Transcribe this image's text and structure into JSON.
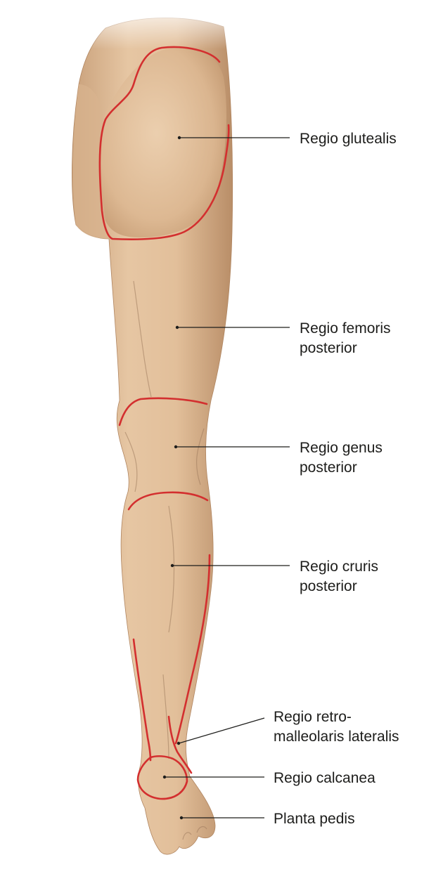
{
  "colors": {
    "skin_light": "#e7c8a6",
    "skin_mid": "#d7b28c",
    "skin_shadow": "#b68a64",
    "region_outline": "#d32f2f",
    "leader_line": "#1d1d1b",
    "text": "#1d1d1b"
  },
  "labels": {
    "gluteal": [
      "Regio glutealis"
    ],
    "femoris": [
      "Regio femoris",
      "posterior"
    ],
    "genus": [
      "Regio genus",
      "posterior"
    ],
    "cruris": [
      "Regio cruris",
      "posterior"
    ],
    "retromalleolaris": [
      "Regio retro-",
      "malleolaris lateralis"
    ],
    "calcanea": [
      "Regio calcanea"
    ],
    "planta": [
      "Planta pedis"
    ]
  }
}
